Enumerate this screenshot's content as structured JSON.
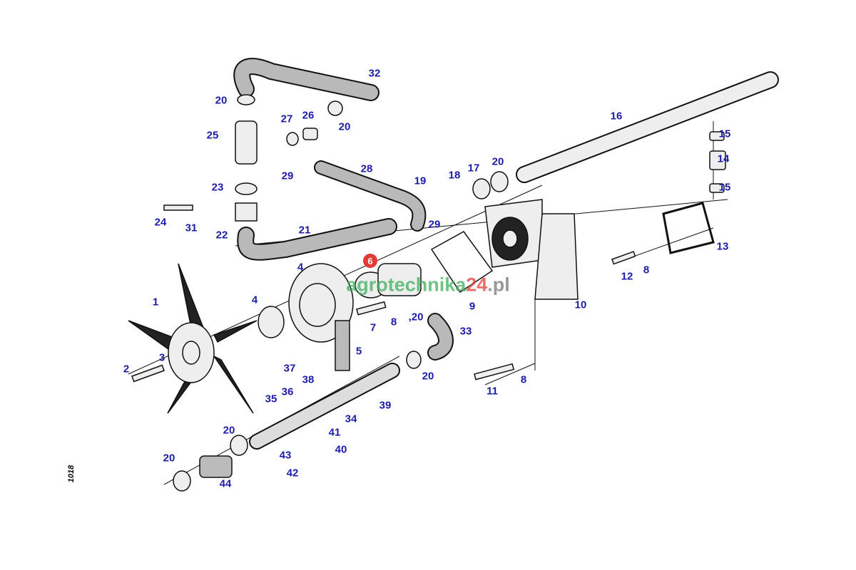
{
  "diagram": {
    "drawing_code": "1018",
    "highlighted_part": "6",
    "watermark": {
      "part1": "agrotechnika",
      "part2": "24",
      "part3": ".pl"
    },
    "colors": {
      "label": "#1c1ca8",
      "highlight": "#e53935",
      "wm_green": "#3fae5a",
      "wm_red": "#e0403a"
    },
    "labels": [
      "32",
      "20",
      "27",
      "26",
      "20",
      "25",
      "29",
      "28",
      "19",
      "18",
      "17",
      "20",
      "16",
      "15",
      "14",
      "15",
      "23",
      "24",
      "31",
      "22",
      "21",
      "29",
      "13",
      "12",
      "8",
      "4",
      "4",
      "1",
      "9",
      "10",
      "7",
      "8",
      ",20",
      "33",
      "5",
      "3",
      "2",
      "37",
      "38",
      "36",
      "35",
      "39",
      "20",
      "11",
      "8",
      "34",
      "20",
      "41",
      "40",
      "20",
      "43",
      "42",
      "44"
    ]
  }
}
